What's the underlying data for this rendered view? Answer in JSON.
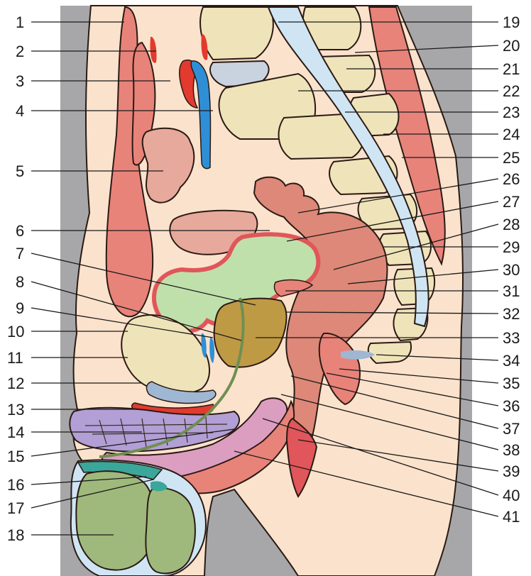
{
  "labels_left": [
    "1",
    "2",
    "3",
    "4",
    "5",
    "6",
    "7",
    "8",
    "9",
    "10",
    "11",
    "12",
    "13",
    "14",
    "15",
    "16",
    "17",
    "18"
  ],
  "labels_right": [
    "19",
    "20",
    "21",
    "22",
    "23",
    "24",
    "25",
    "26",
    "27",
    "28",
    "29",
    "30",
    "31",
    "32",
    "33",
    "34",
    "35",
    "36",
    "37",
    "38",
    "39",
    "40",
    "41"
  ],
  "colors": {
    "background_panel": "#a7a7a9",
    "skin": "#fbe2cc",
    "muscle": "#e8837a",
    "bone": "#efe3b9",
    "bladder": "#bfe0ab",
    "intestine": "#dd8878",
    "prostate": "#bf9a45",
    "corpus_spongiosum": "#dc9ec0",
    "corpus_cavernosum": "#b29fd6",
    "testis": "#9fb97c",
    "artery": "#e23a2e",
    "vein": "#2f8fd6",
    "canal": "#cfe5f4"
  }
}
